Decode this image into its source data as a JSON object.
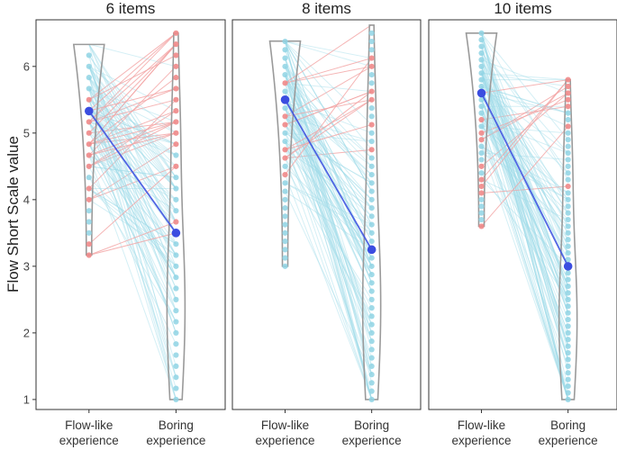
{
  "chart_data": {
    "type": "scatter",
    "ylabel": "Flow Short Scale value",
    "ylim": [
      0.85,
      6.7
    ],
    "yticks": [
      1,
      2,
      3,
      4,
      5,
      6
    ],
    "categories": [
      "Flow-like\nexperience",
      "Boring\nexperience"
    ],
    "colors": {
      "individual_line": "#9fdce8",
      "reversed_line": "#f2a3a3",
      "point": "#8fd3e4",
      "reversed_point": "#ef8a8a",
      "mean": "#3b4de0",
      "violin": "#9a9a9a"
    },
    "panels": [
      {
        "title": "6 items",
        "mean_flow_like": 5.33,
        "mean_boring": 3.5,
        "flow_range": [
          3.17,
          6.33
        ],
        "boring_range": [
          1.0,
          6.5
        ]
      },
      {
        "title": "8 items",
        "mean_flow_like": 5.5,
        "mean_boring": 3.25,
        "flow_range": [
          3.0,
          6.38
        ],
        "boring_range": [
          1.0,
          6.62
        ]
      },
      {
        "title": "10 items",
        "mean_flow_like": 5.6,
        "mean_boring": 3.0,
        "flow_range": [
          3.6,
          6.5
        ],
        "boring_range": [
          1.0,
          5.8
        ]
      }
    ]
  }
}
